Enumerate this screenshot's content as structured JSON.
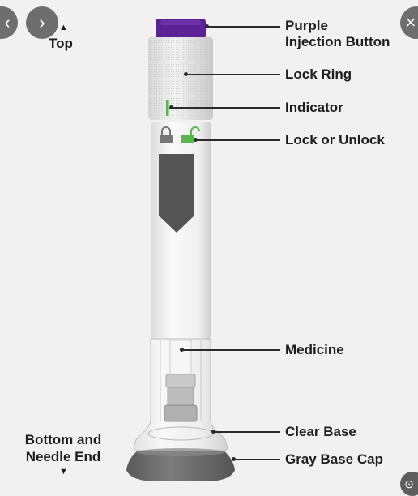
{
  "nav": {
    "prev_symbol": "‹",
    "next_symbol": "›",
    "close_symbol": "×",
    "corner_symbol": "⊙"
  },
  "orientation": {
    "top_label": "Top",
    "top_arrow": "▲",
    "bottom_label_line1": "Bottom and",
    "bottom_label_line2": "Needle End",
    "bottom_arrow": "▼"
  },
  "callouts": {
    "button_line1": "Purple",
    "button_line2": "Injection Button",
    "lock_ring": "Lock Ring",
    "indicator": "Indicator",
    "lock_unlock": "Lock or Unlock",
    "medicine": "Medicine",
    "clear_base": "Clear Base",
    "base_cap": "Gray Base Cap"
  },
  "colors": {
    "button_purple": "#5b2295",
    "indicator_green": "#54b948",
    "body_white": "#f4f4f4",
    "window_gray": "#555555",
    "base_cap_gray": "#707070"
  }
}
